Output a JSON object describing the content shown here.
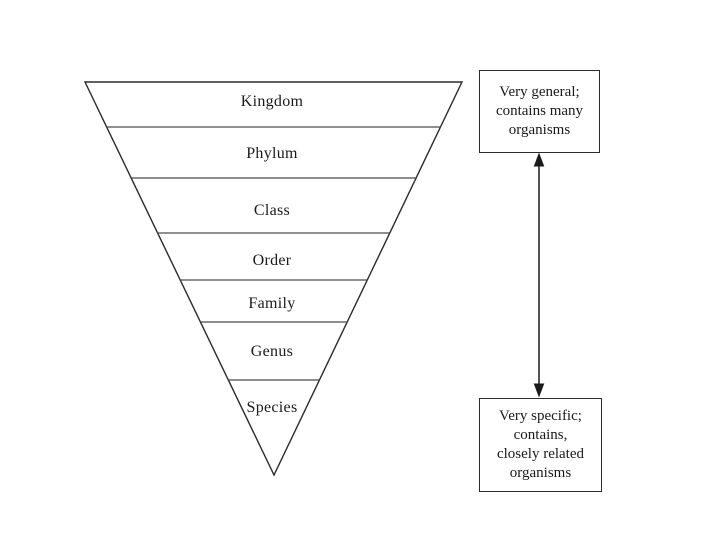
{
  "pyramid": {
    "levels": [
      {
        "label": "Kingdom"
      },
      {
        "label": "Phylum"
      },
      {
        "label": "Class"
      },
      {
        "label": "Order"
      },
      {
        "label": "Family"
      },
      {
        "label": "Genus"
      },
      {
        "label": "Species"
      }
    ]
  },
  "boxes": {
    "top": {
      "lines": [
        "Very general;",
        "contains many",
        "organisms"
      ]
    },
    "bottom": {
      "lines": [
        "Very specific;",
        "contains,",
        "closely related",
        "organisms"
      ]
    }
  },
  "arrow": {
    "type": "double-headed-vertical"
  },
  "colors": {
    "background": "#ffffff",
    "outline": "#2b2b2b",
    "divider": "#4a4a4a",
    "text": "#1a1a1a"
  }
}
